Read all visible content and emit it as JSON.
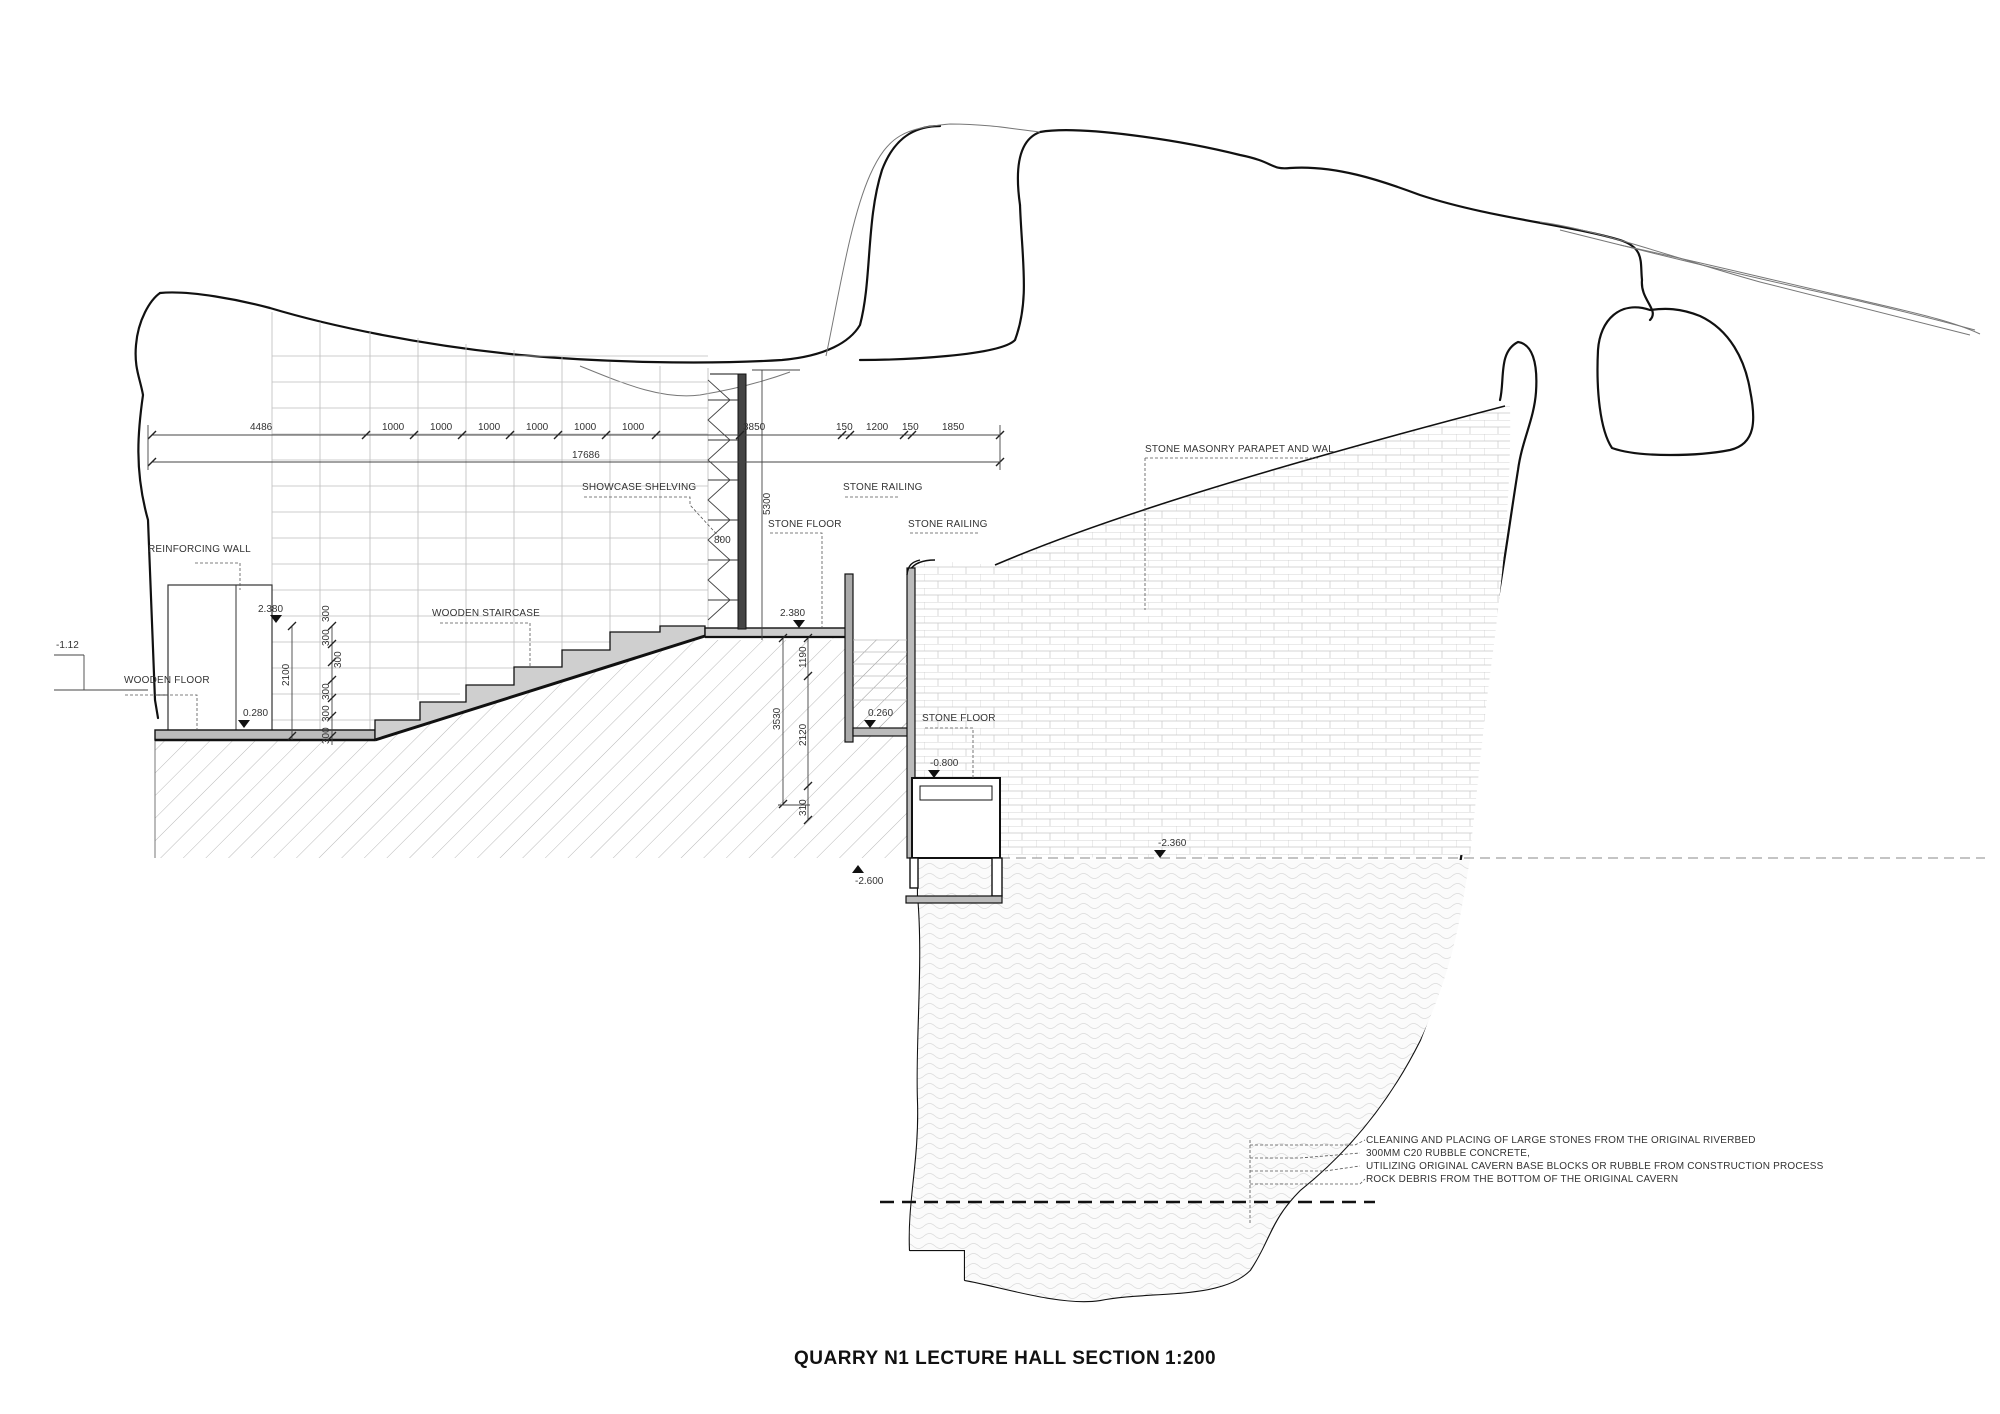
{
  "title": "QUARRY N1 LECTURE HALL SECTION",
  "scale": "1:200",
  "labels": {
    "reinforcing_wall": "REINFORCING WALL",
    "wooden_floor": "WOODEN FLOOR",
    "wooden_staircase": "WOODEN STAIRCASE",
    "showcase_shelving": "SHOWCASE SHELVING",
    "stone_floor_upper": "STONE FLOOR",
    "stone_railing_1": "STONE RAILING",
    "stone_railing_2": "STONE RAILING",
    "stone_floor_lower": "STONE FLOOR",
    "stone_masonry": "STONE MASONRY PARAPET AND WAL"
  },
  "dimensions": {
    "top_row": [
      "4486",
      "1000",
      "1000",
      "1000",
      "1000",
      "1000",
      "1000"
    ],
    "total": "17686",
    "right_row": [
      "150",
      "1200",
      "150",
      "1850"
    ],
    "d3850": "3850",
    "d5300": "5300",
    "d800": "800",
    "stair_risers": [
      "300",
      "300",
      "300",
      "300",
      "300",
      "300"
    ],
    "d2100": "2100",
    "d1190": "1190",
    "d3530": "3530",
    "d2120": "2120",
    "d310": "310"
  },
  "levels": {
    "l_neg112": "-1.12",
    "l_2380_left": "2.380",
    "l_0280": "0.280",
    "l_2380_right": "2.380",
    "l_0260": "0.260",
    "l_neg0800": "-0.800",
    "l_neg2360": "-2.360",
    "l_neg2600": "-2.600"
  },
  "notes": [
    "CLEANING AND PLACING OF LARGE STONES FROM THE ORIGINAL RIVERBED",
    "300MM C20 RUBBLE CONCRETE,",
    "UTILIZING ORIGINAL CAVERN BASE BLOCKS OR RUBBLE FROM CONSTRUCTION PROCESS",
    "ROCK DEBRIS FROM THE BOTTOM OF THE ORIGINAL CAVERN"
  ]
}
